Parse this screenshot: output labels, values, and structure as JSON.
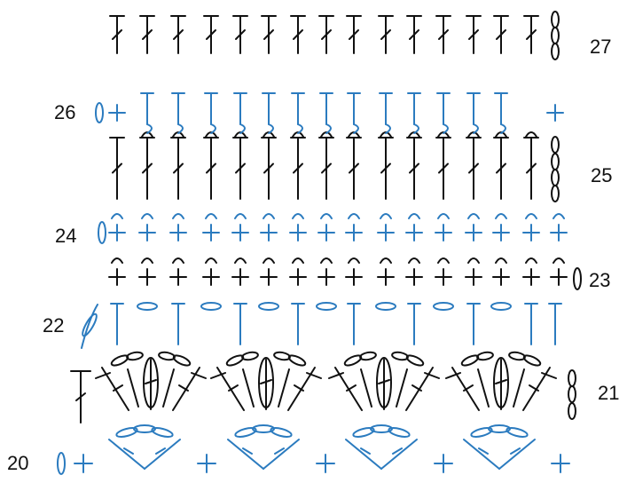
{
  "row_labels": [
    "20",
    "21",
    "22",
    "23",
    "24",
    "25",
    "26",
    "27"
  ],
  "colors": {
    "blue_ink": "#2b7bbf",
    "black_ink": "#111111",
    "background": "#ffffff"
  },
  "symbols": {
    "row_27": "double crochet row (black)",
    "row_26": "single crochet / back-loop row (blue)",
    "row_25": "double crochet row (black)",
    "row_24": "single crochet row (blue)",
    "row_23": "single crochet row (black)",
    "row_22": "half double / chain row (blue)",
    "row_21": "shell / cluster row (black)",
    "row_20": "single crochet + chain arches (blue)"
  }
}
